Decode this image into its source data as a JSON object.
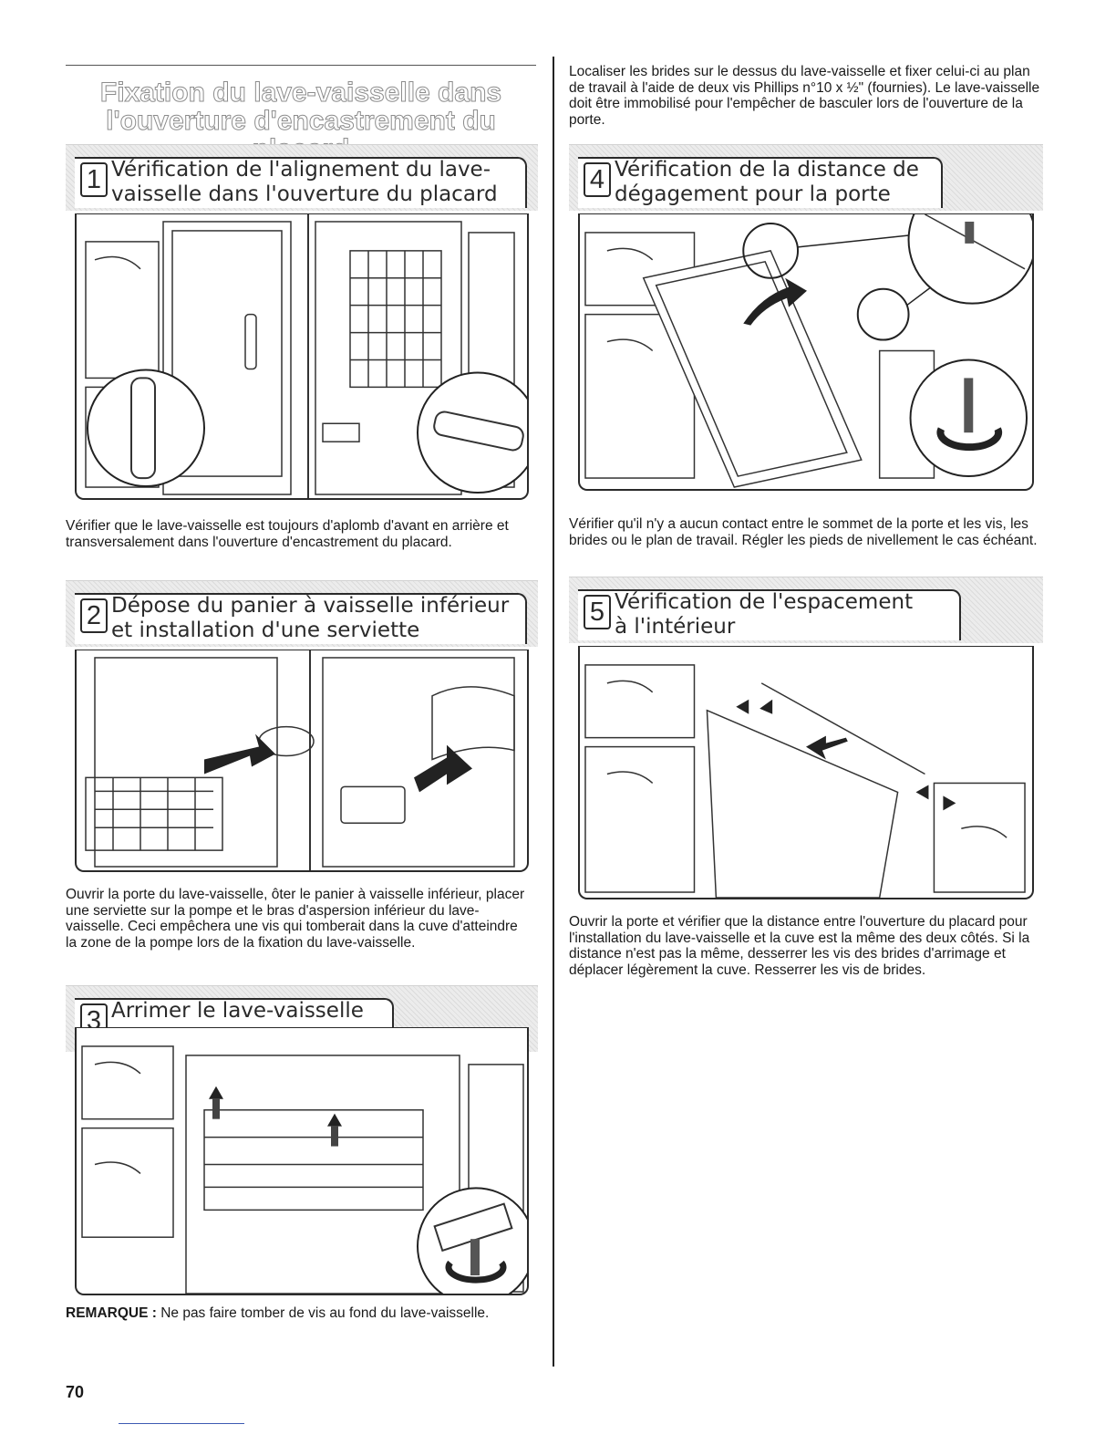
{
  "page_title": {
    "line1": "Fixation du lave-vaisselle dans",
    "line2": "l'ouverture d'encastrement du placard"
  },
  "steps": [
    {
      "num": "1",
      "title_line1": "Vérification de l'alignement du lave-",
      "title_line2": "vaisselle dans l'ouverture du placard"
    },
    {
      "num": "2",
      "title_line1": "Dépose du panier à vaisselle inférieur",
      "title_line2": "et installation d'une serviette"
    },
    {
      "num": "3",
      "title_line1": "Arrimer le lave-vaisselle",
      "title_line2": ""
    },
    {
      "num": "4",
      "title_line1": "Vérification de la distance de",
      "title_line2": "dégagement pour la porte"
    },
    {
      "num": "5",
      "title_line1": "Vérification de l'espacement",
      "title_line2": "à l'intérieur"
    }
  ],
  "paragraphs": {
    "step1": "Vérifier que le lave-vaisselle est toujours d'aplomb d'avant en arrière et transversalement dans l'ouverture d'encastrement du placard.",
    "step2": "Ouvrir la porte du lave-vaisselle, ôter le panier à vaisselle inférieur, placer une serviette sur la pompe et le bras d'aspersion inférieur du lave-vaisselle. Ceci empêchera une vis qui tomberait dans la cuve d'atteindre la zone de la pompe lors de la fixation du lave-vaisselle.",
    "intro_right": "Localiser les brides sur le dessus du lave-vaisselle et fixer celui-ci au plan de travail à l'aide de deux vis Phillips n°10 x ½\" (fournies). Le lave-vaisselle doit être immobilisé pour l'empêcher de basculer lors de l'ouverture de la porte.",
    "step4": "Vérifier qu'il n'y a aucun contact entre le sommet de la porte et les vis, les brides ou le plan de travail. Régler les pieds de nivellement le cas échéant.",
    "step5": "Ouvrir la porte et vérifier que la distance entre l'ouverture du placard pour l'installation du lave-vaisselle et la cuve est la même des deux côtés. Si la distance n'est pas la même, desserrer les vis des brides d'arrimage et déplacer légèrement la cuve. Resserrer les vis de brides."
  },
  "remark": {
    "label": "REMARQUE :",
    "text": " Ne pas faire tomber de vis au fond du lave-vaisselle."
  },
  "page_number": "70"
}
